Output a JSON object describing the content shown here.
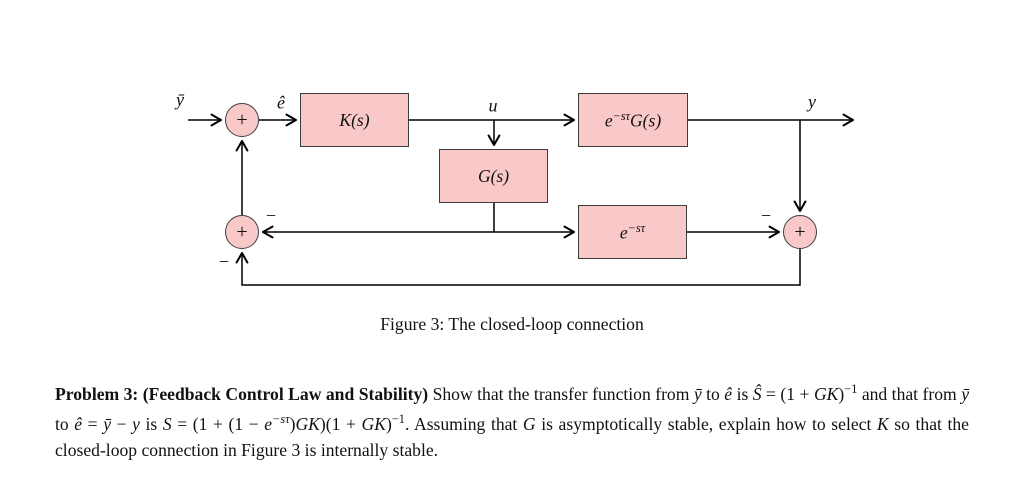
{
  "page": {
    "background": "#ffffff",
    "block_fill": "#f9c8c8",
    "block_border": "#3d3d3d",
    "line_color": "#000000"
  },
  "figure": {
    "caption": "Figure 3: The closed-loop connection",
    "labels": {
      "input": "ȳ",
      "error": "ê",
      "control": "u",
      "output": "y",
      "plus": "+",
      "minus": "−"
    },
    "blocks": {
      "controller": [
        {
          "t": "K(s)",
          "s": "i"
        }
      ],
      "delayed_plant": [
        {
          "t": "e",
          "s": "i"
        },
        {
          "t": "−sτ",
          "s": "i sup"
        },
        {
          "t": "G(s)",
          "s": "i"
        }
      ],
      "plant_model": [
        {
          "t": "G(s)",
          "s": "i"
        }
      ],
      "delay": [
        {
          "t": "e",
          "s": "i"
        },
        {
          "t": "−sτ",
          "s": "i sup"
        }
      ]
    }
  },
  "problem": {
    "segments": [
      {
        "t": "Problem 3: (Feedback Control Law and Stability)",
        "s": "b"
      },
      {
        "t": " Show that the transfer function from ",
        "s": ""
      },
      {
        "t": "ȳ",
        "s": "i"
      },
      {
        "t": " to ",
        "s": ""
      },
      {
        "t": "ê",
        "s": "i"
      },
      {
        "t": " is ",
        "s": ""
      },
      {
        "t": "Ŝ",
        "s": "i"
      },
      {
        "t": " = (1 + ",
        "s": ""
      },
      {
        "t": "GK",
        "s": "i"
      },
      {
        "t": ")",
        "s": ""
      },
      {
        "t": "−1",
        "s": "sup"
      },
      {
        "t": " and that from ",
        "s": ""
      },
      {
        "t": "ȳ",
        "s": "i"
      },
      {
        "t": " to ",
        "s": ""
      },
      {
        "t": "ê",
        "s": "i"
      },
      {
        "t": " = ",
        "s": ""
      },
      {
        "t": "ȳ",
        "s": "i"
      },
      {
        "t": " − ",
        "s": ""
      },
      {
        "t": "y",
        "s": "i"
      },
      {
        "t": " is ",
        "s": ""
      },
      {
        "t": "S",
        "s": "i"
      },
      {
        "t": " = (1 + (1 − ",
        "s": ""
      },
      {
        "t": "e",
        "s": "i"
      },
      {
        "t": "−sτ",
        "s": "i sup"
      },
      {
        "t": ")",
        "s": ""
      },
      {
        "t": "GK",
        "s": "i"
      },
      {
        "t": ")(1 + ",
        "s": ""
      },
      {
        "t": "GK",
        "s": "i"
      },
      {
        "t": ")",
        "s": ""
      },
      {
        "t": "−1",
        "s": "sup"
      },
      {
        "t": ". Assuming that ",
        "s": ""
      },
      {
        "t": "G",
        "s": "i"
      },
      {
        "t": " is asymptotically stable, explain how to select ",
        "s": ""
      },
      {
        "t": "K",
        "s": "i"
      },
      {
        "t": " so that the closed-loop connection in Figure 3 is internally stable.",
        "s": ""
      }
    ]
  }
}
